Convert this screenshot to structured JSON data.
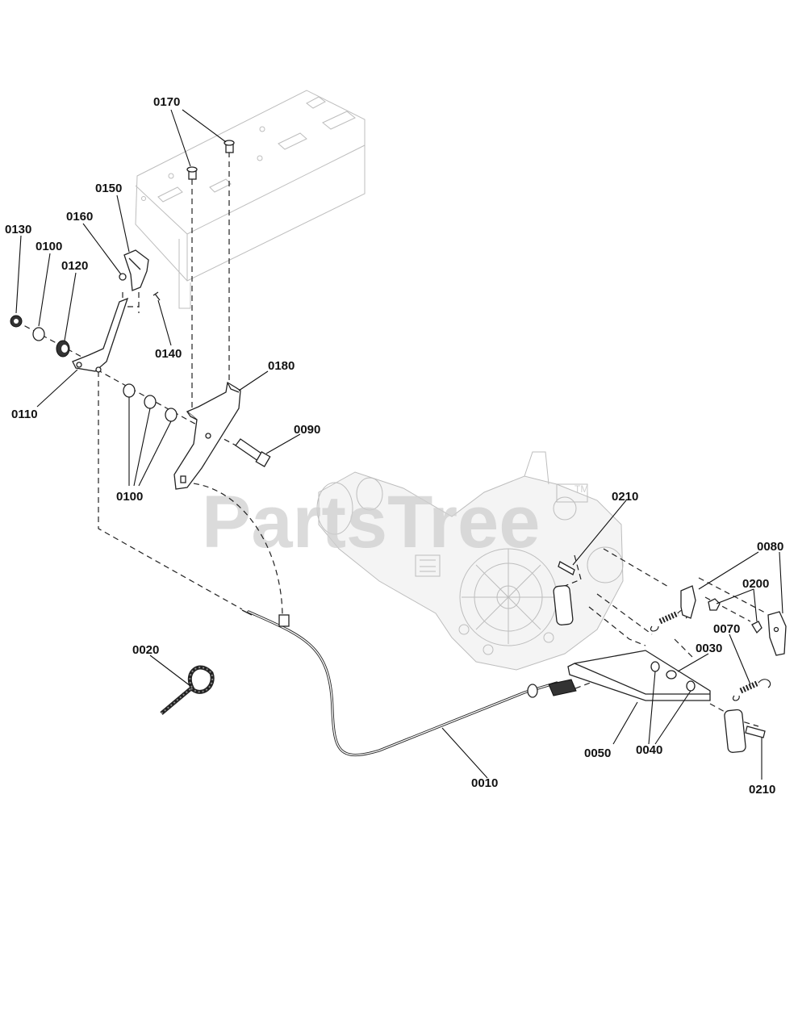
{
  "watermark": {
    "text": "PartsTree",
    "mark": "TM"
  },
  "callouts": [
    {
      "id": "c0170",
      "label": "0170"
    },
    {
      "id": "c0150",
      "label": "0150"
    },
    {
      "id": "c0160",
      "label": "0160"
    },
    {
      "id": "c0130",
      "label": "0130"
    },
    {
      "id": "c0100a",
      "label": "0100"
    },
    {
      "id": "c0120",
      "label": "0120"
    },
    {
      "id": "c0140",
      "label": "0140"
    },
    {
      "id": "c0110",
      "label": "0110"
    },
    {
      "id": "c0180",
      "label": "0180"
    },
    {
      "id": "c0100b",
      "label": "0100"
    },
    {
      "id": "c0090",
      "label": "0090"
    },
    {
      "id": "c0210a",
      "label": "0210"
    },
    {
      "id": "c0080",
      "label": "0080"
    },
    {
      "id": "c0200",
      "label": "0200"
    },
    {
      "id": "c0070",
      "label": "0070"
    },
    {
      "id": "c0030",
      "label": "0030"
    },
    {
      "id": "c0020",
      "label": "0020"
    },
    {
      "id": "c0050",
      "label": "0050"
    },
    {
      "id": "c0040",
      "label": "0040"
    },
    {
      "id": "c0010",
      "label": "0010"
    },
    {
      "id": "c0210b",
      "label": "0210"
    }
  ]
}
